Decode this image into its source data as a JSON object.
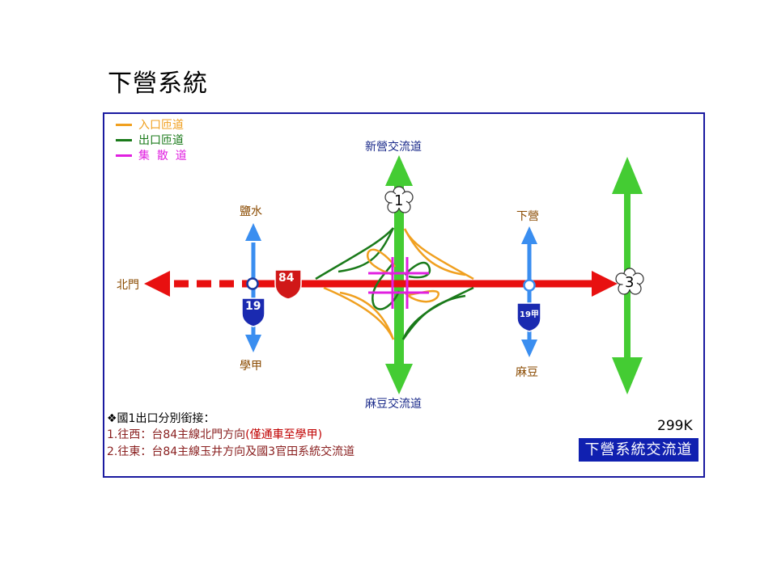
{
  "title": "下營系統",
  "legend": [
    {
      "label": "入口匝道",
      "color": "#f0a020"
    },
    {
      "label": "出口匝道",
      "color": "#1a7a1a"
    },
    {
      "label": "集  散  道",
      "color": "#e020e0"
    }
  ],
  "places": {
    "north": "新營交流道",
    "south": "麻豆交流道",
    "west": "北門",
    "nw": "鹽水",
    "sw": "學甲",
    "ne": "下營",
    "se": "麻豆"
  },
  "shields": {
    "fwy1": "1",
    "fwy3": "3",
    "prov84": "84",
    "prov19_west": "19",
    "prov19_east": "19甲"
  },
  "notes": {
    "head": "❖國1出口分別銜接：",
    "line1_a": "1.往西：台84主線北門方向",
    "line1_b": "(僅通車至學甲)",
    "line2": "2.往東：台84主線玉井方向及國3官田系統交流道"
  },
  "km": "299K",
  "badge": "下營系統交流道",
  "colors": {
    "frame": "#1a1aa0",
    "main_road": "#e81010",
    "freeway": "#44cc33",
    "local_road": "#3a8ef0",
    "entry_ramp": "#f0a020",
    "exit_ramp": "#1a7a1a",
    "collector": "#e020e0",
    "label_brown": "#8a4a00",
    "label_blue": "#1a2a8a",
    "note_red": "#c00000",
    "badge_bg": "#1020b0"
  }
}
